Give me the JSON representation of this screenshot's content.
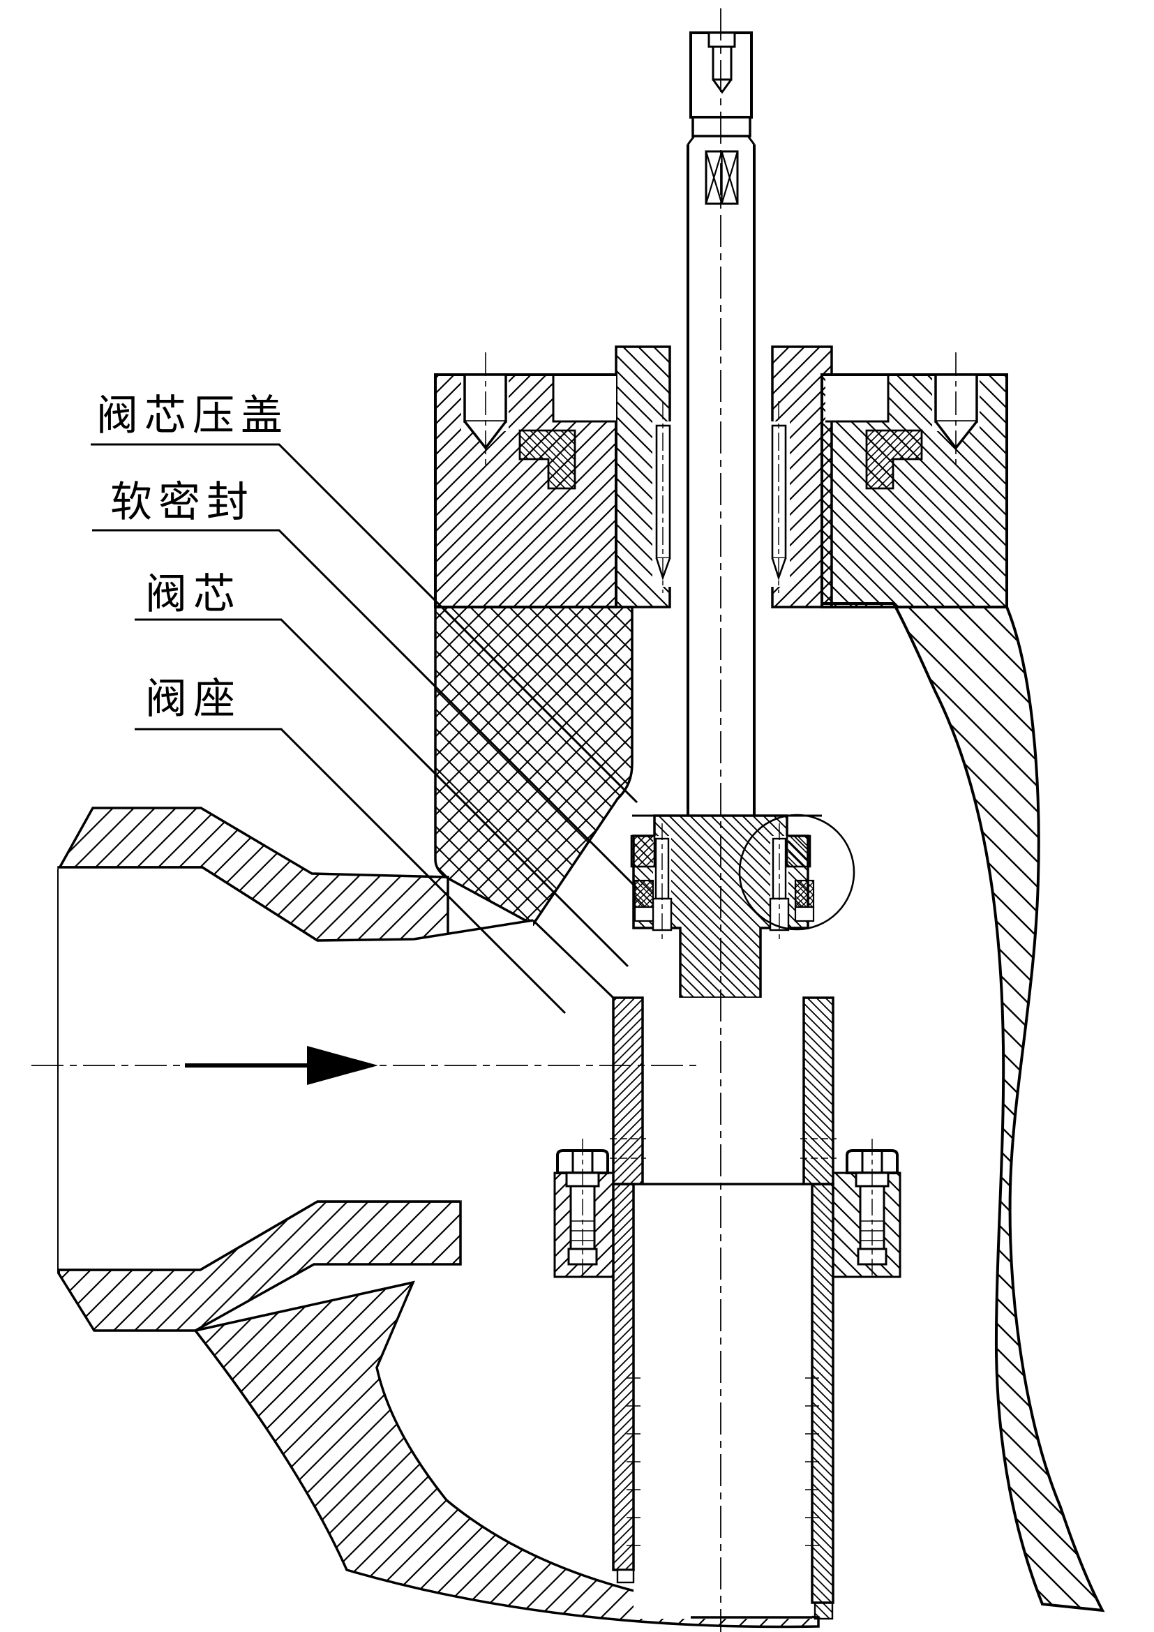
{
  "page": {
    "background": "#ffffff",
    "line_color": "#000000"
  },
  "labels": [
    {
      "id": "valve-core-gland",
      "text": "阀芯压盖"
    },
    {
      "id": "soft-seal",
      "text": "软密封"
    },
    {
      "id": "valve-core",
      "text": "阀芯"
    },
    {
      "id": "valve-seat",
      "text": "阀座"
    }
  ],
  "icons": {
    "flow_arrow": "right-arrow"
  }
}
